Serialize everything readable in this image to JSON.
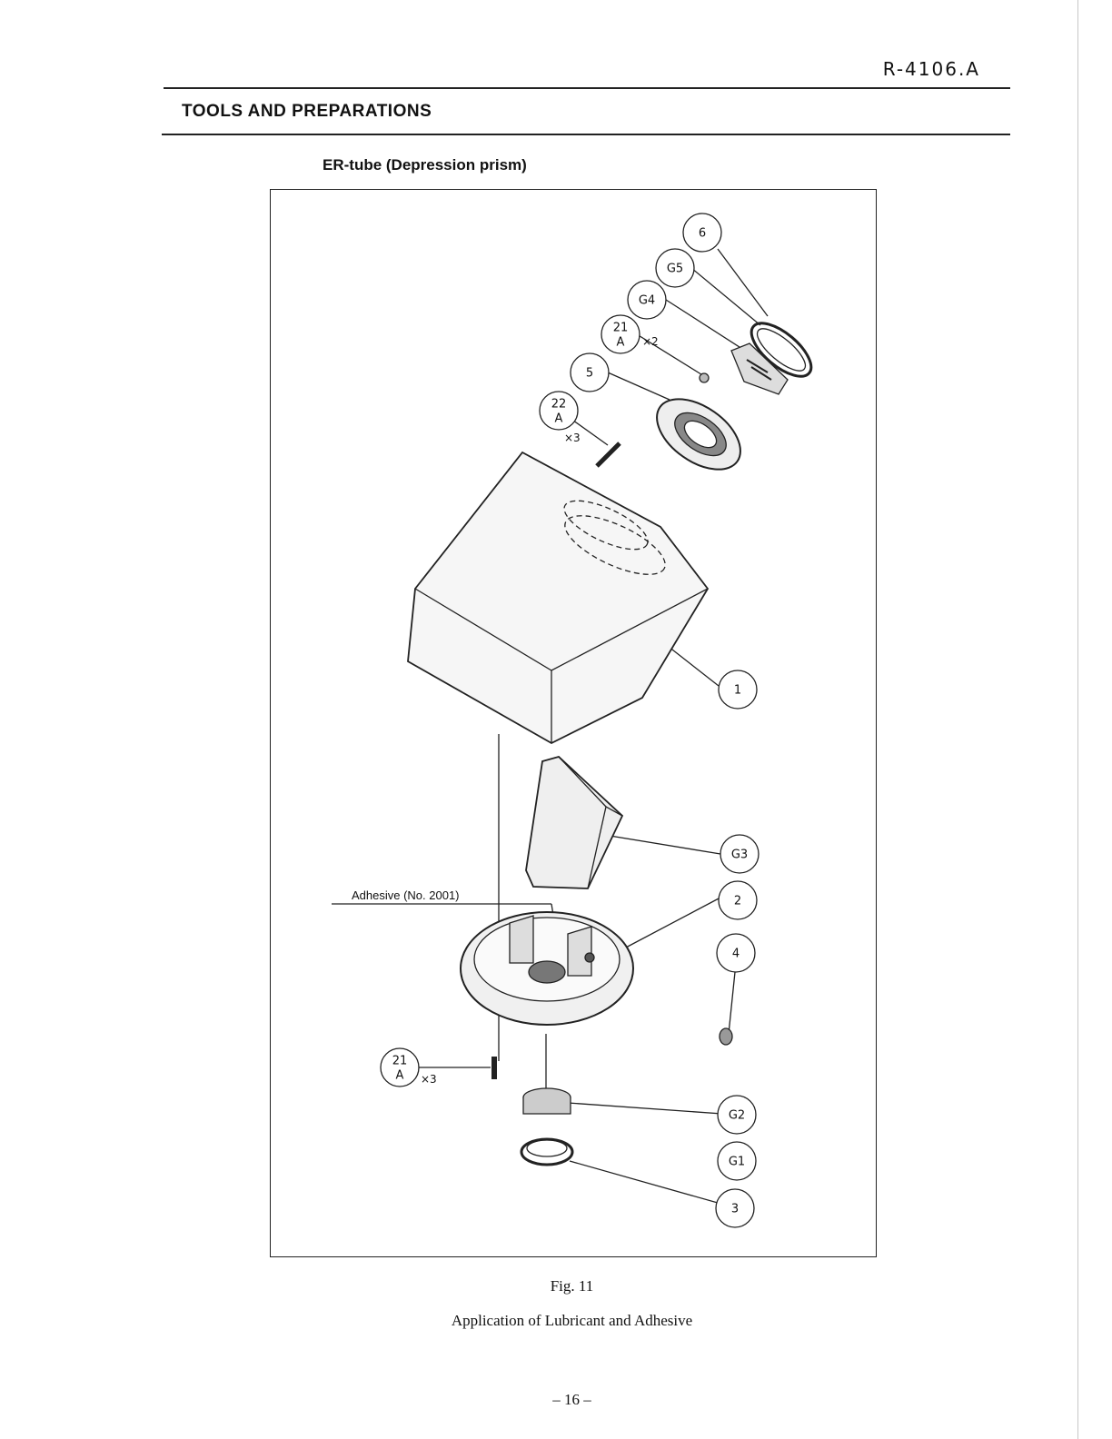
{
  "header": {
    "doc_code": "R-4106.A",
    "section_title": "TOOLS AND PREPARATIONS",
    "subtitle": "ER-tube (Depression prism)"
  },
  "figure": {
    "callouts": {
      "c6": "6",
      "cG5": "G5",
      "cG4": "G4",
      "c21a_num": "21",
      "c21a_letter": "A",
      "c21a_mult": "×2",
      "c5": "5",
      "c22_num": "22",
      "c22_letter": "A",
      "c22_mult": "×3",
      "c1": "1",
      "cG3": "G3",
      "c2": "2",
      "c4": "4",
      "c21b_num": "21",
      "c21b_letter": "A",
      "c21b_mult": "×3",
      "cG2": "G2",
      "cG1": "G1",
      "c3": "3"
    },
    "adhesive_label": "Adhesive (No. 2001)",
    "number": "Fig. 11",
    "caption": "Application of Lubricant and Adhesive"
  },
  "footer": {
    "page_number": "– 16 –"
  }
}
